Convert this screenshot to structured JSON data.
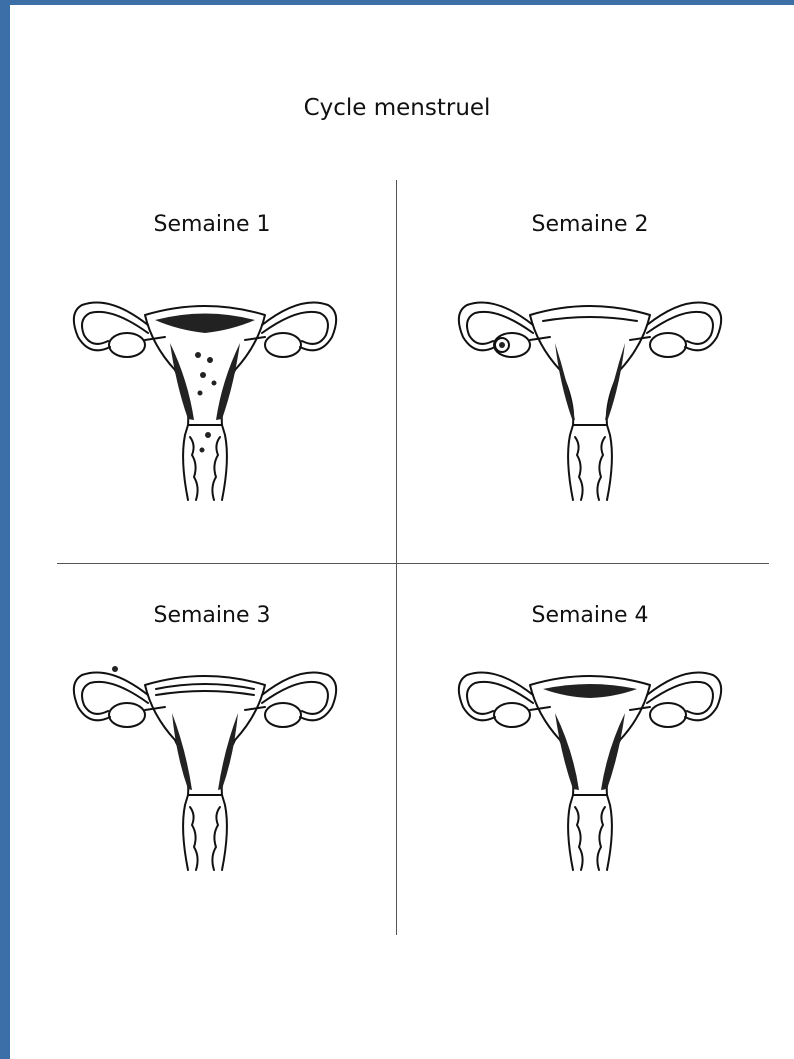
{
  "title": "Cycle menstruel",
  "weeks": [
    {
      "label": "Semaine 1"
    },
    {
      "label": "Semaine 2"
    },
    {
      "label": "Semaine 3"
    },
    {
      "label": "Semaine 4"
    }
  ]
}
